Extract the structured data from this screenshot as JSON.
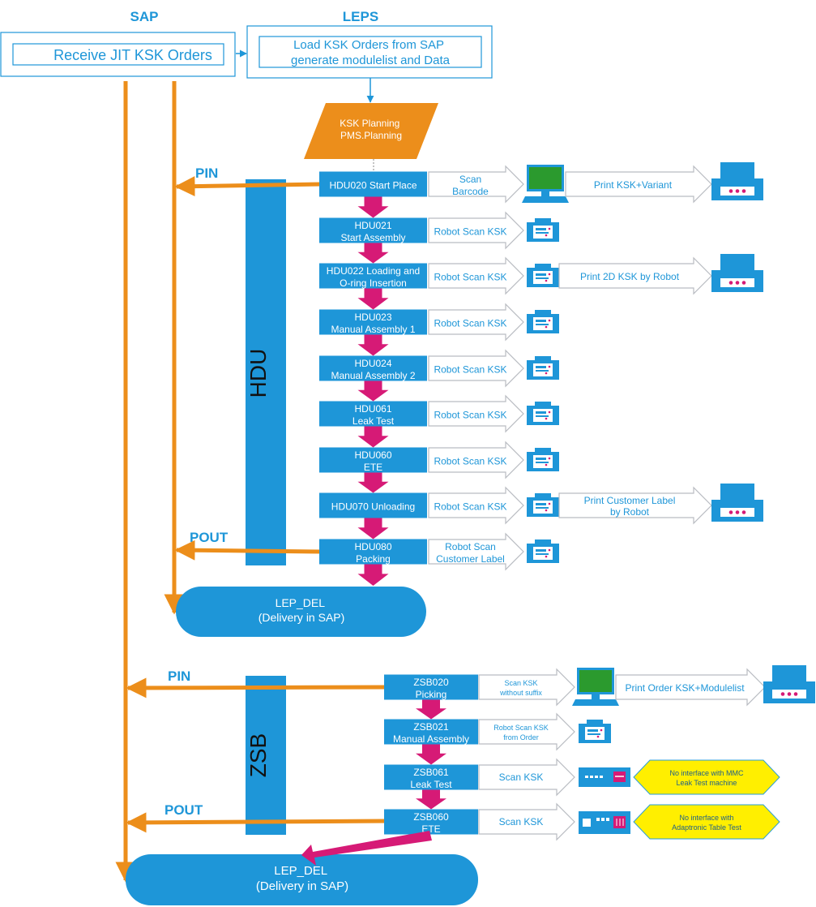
{
  "lanes": {
    "sap": "SAP",
    "leps": "LEPS"
  },
  "top": {
    "sap_box": "Receive JIT KSK Orders",
    "leps_box": [
      "Load KSK Orders from SAP",
      "generate modulelist and Data"
    ],
    "planning": [
      "KSK Planning",
      "PMS.Planning"
    ]
  },
  "hdu": {
    "bar_label": "HDU",
    "pin": "PIN",
    "pout": "POUT",
    "stations": [
      {
        "lines": [
          "HDU020 Start Place"
        ],
        "action": [
          "Scan",
          "Barcode"
        ],
        "device": "computer",
        "print": [
          "Print KSK+Variant"
        ]
      },
      {
        "lines": [
          "HDU021",
          "Start Assembly"
        ],
        "action": [
          "Robot Scan KSK"
        ],
        "device": "scanner"
      },
      {
        "lines": [
          "HDU022 Loading and",
          "O-ring Insertion"
        ],
        "action": [
          "Robot Scan KSK"
        ],
        "device": "scanner",
        "print": [
          "Print 2D KSK by Robot"
        ]
      },
      {
        "lines": [
          "HDU023",
          "Manual Assembly 1"
        ],
        "action": [
          "Robot Scan KSK"
        ],
        "device": "scanner"
      },
      {
        "lines": [
          "HDU024",
          "Manual Assembly 2"
        ],
        "action": [
          "Robot Scan KSK"
        ],
        "device": "scanner"
      },
      {
        "lines": [
          "HDU061",
          "Leak Test"
        ],
        "action": [
          "Robot Scan KSK"
        ],
        "device": "scanner"
      },
      {
        "lines": [
          "HDU060",
          "ETE"
        ],
        "action": [
          "Robot Scan KSK"
        ],
        "device": "scanner"
      },
      {
        "lines": [
          "HDU070 Unloading"
        ],
        "action": [
          "Robot Scan KSK"
        ],
        "device": "scanner",
        "print": [
          "Print Customer Label",
          "by Robot"
        ]
      },
      {
        "lines": [
          "HDU080",
          "Packing"
        ],
        "action": [
          "Robot Scan",
          "Customer Label"
        ],
        "device": "scanner"
      }
    ],
    "delivery": [
      "LEP_DEL",
      "(Delivery in SAP)"
    ]
  },
  "zsb": {
    "bar_label": "ZSB",
    "pin": "PIN",
    "pout": "POUT",
    "stations": [
      {
        "lines": [
          "ZSB020",
          "Picking"
        ],
        "action": [
          "Scan KSK",
          "without suffix"
        ],
        "device": "computer",
        "print": [
          "Print Order KSK+Modulelist"
        ]
      },
      {
        "lines": [
          "ZSB021",
          "Manual Assembly"
        ],
        "action": [
          "Robot Scan KSK",
          "from Order"
        ],
        "device": "scanner"
      },
      {
        "lines": [
          "ZSB061",
          "Leak Test"
        ],
        "action": [
          "Scan KSK"
        ],
        "device": "leak-tester",
        "note": [
          "No interface with MMC",
          "Leak Test machine"
        ]
      },
      {
        "lines": [
          "ZSB060",
          "ETE"
        ],
        "action": [
          "Scan KSK"
        ],
        "device": "ete-tester",
        "note": [
          "No interface with",
          "Adaptronic Table Test"
        ]
      }
    ],
    "delivery": [
      "LEP_DEL",
      "(Delivery in SAP)"
    ]
  },
  "colors": {
    "blue": "#1e96d8",
    "orange": "#ec8e1b",
    "magenta": "#d61a76",
    "yellow": "#ffef00",
    "screen": "#2b9a2e"
  }
}
